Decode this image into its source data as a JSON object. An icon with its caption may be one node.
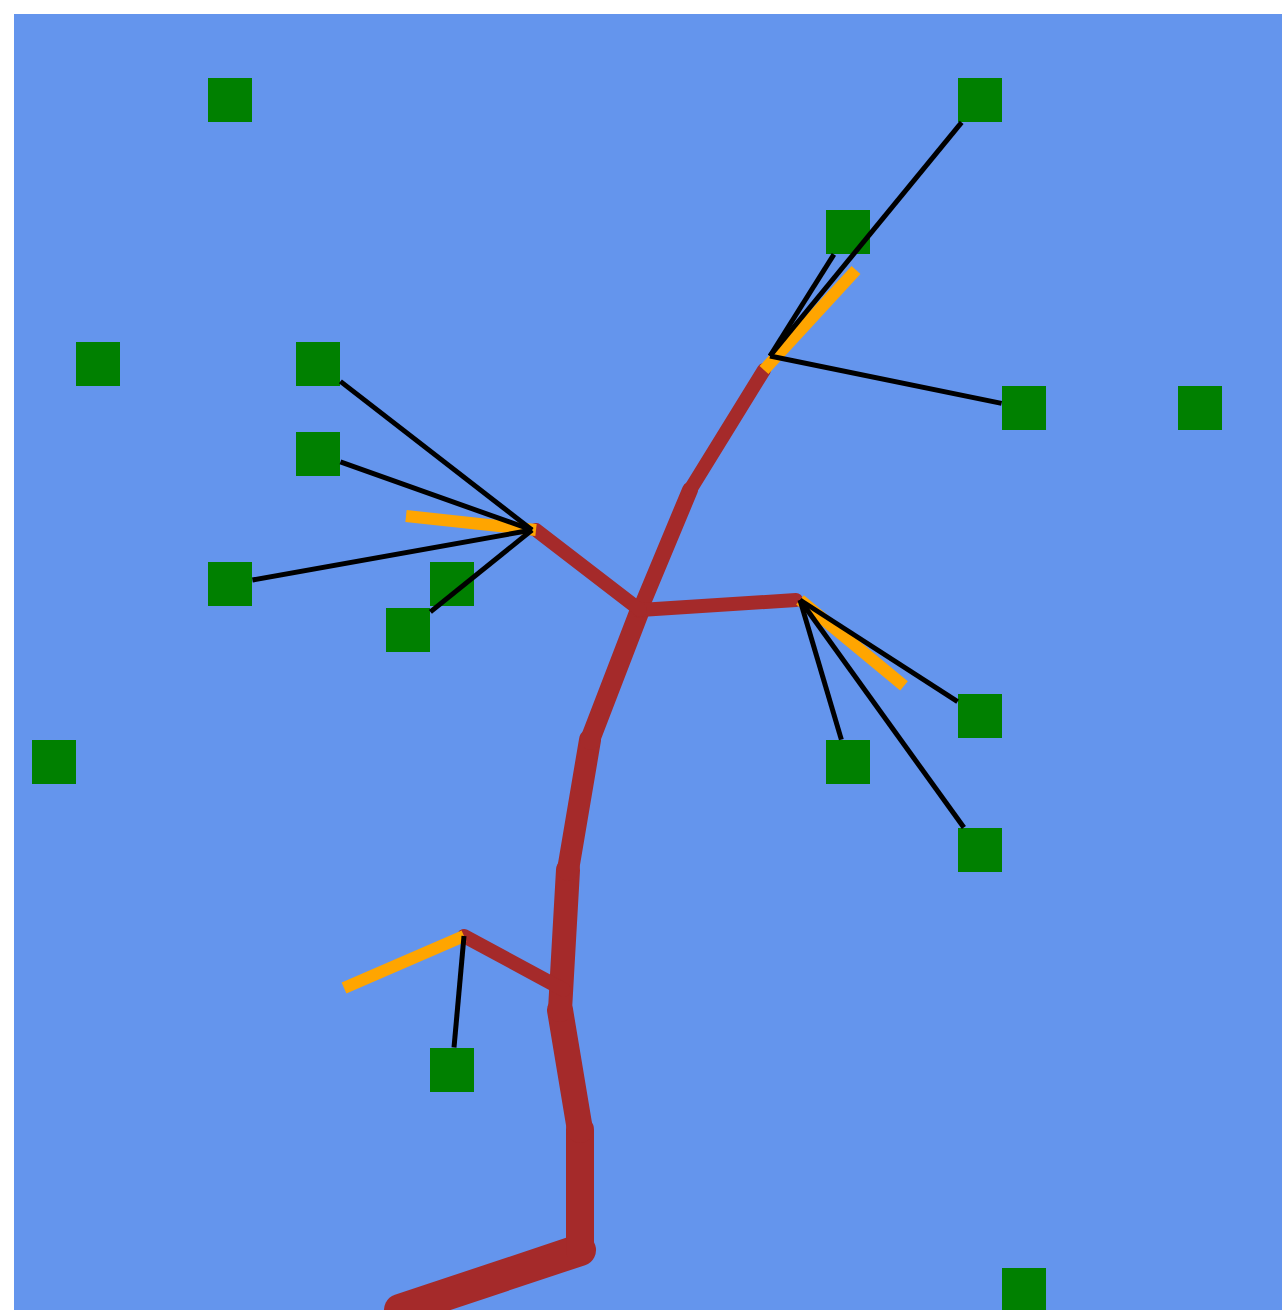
{
  "diagram": {
    "nodes": [
      {
        "text": [],
        "shape": "box"
      },
      {
        "text": [],
        "shape": "box"
      },
      {
        "text": [],
        "shape": "box"
      },
      {
        "text": [],
        "shape": "box"
      },
      {
        "text": [],
        "shape": "box"
      },
      {
        "text": [],
        "shape": "box"
      },
      {
        "text": [],
        "shape": "box"
      },
      {
        "text": [],
        "shape": "box"
      },
      {
        "text": [],
        "shape": "box"
      },
      {
        "text": [],
        "shape": "box"
      },
      {
        "text": [],
        "shape": "box"
      },
      {
        "text": [],
        "shape": "box"
      },
      {
        "text": [],
        "shape": "box"
      },
      {
        "text": [],
        "shape": "box"
      },
      {
        "text": [],
        "shape": "box"
      },
      {
        "text": [],
        "shape": "box"
      },
      {
        "text": [],
        "shape": "box"
      }
    ],
    "edges": [
      {
        "from": null,
        "to": 1,
        "arrow": "none"
      },
      {
        "from": null,
        "to": 2,
        "arrow": "none"
      },
      {
        "from": null,
        "to": 5,
        "arrow": "none"
      },
      {
        "from": null,
        "to": 4,
        "arrow": "none"
      },
      {
        "from": null,
        "to": 7,
        "arrow": "none"
      },
      {
        "from": null,
        "to": 8,
        "arrow": "none"
      },
      {
        "from": null,
        "to": 10,
        "arrow": "none"
      },
      {
        "from": null,
        "to": 11,
        "arrow": "none"
      },
      {
        "from": null,
        "to": 13,
        "arrow": "none"
      },
      {
        "from": null,
        "to": 14,
        "arrow": "none"
      },
      {
        "from": null,
        "to": 15,
        "arrow": "none"
      }
    ]
  }
}
